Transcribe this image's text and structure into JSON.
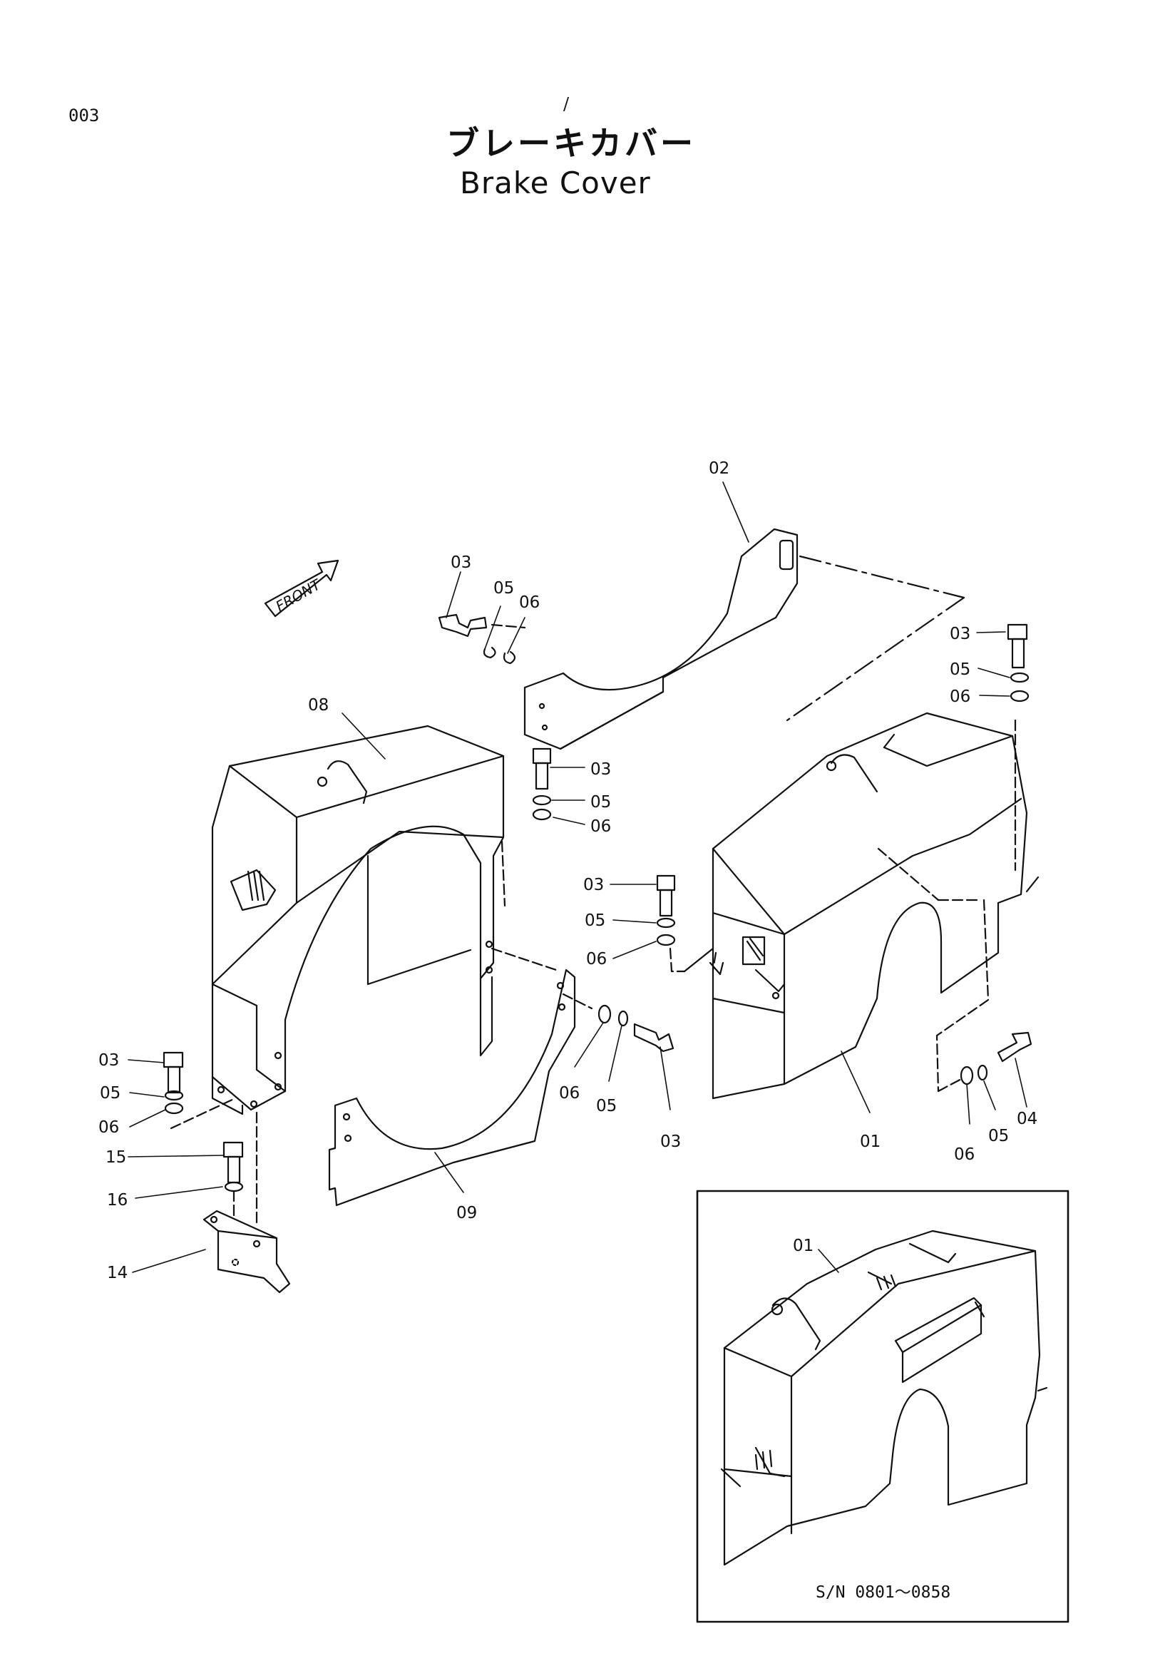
{
  "page": {
    "number": "003",
    "mark": "/"
  },
  "title": {
    "japanese": "ブレーキカバー",
    "english": "Brake Cover"
  },
  "front_arrow": {
    "label": "FRONT"
  },
  "callouts": {
    "c02": "02",
    "c03_top": "03",
    "c05_top": "05",
    "c06_top": "06",
    "c08": "08",
    "c03_mid": "03",
    "c05_mid": "05",
    "c06_mid": "06",
    "c03_right": "03",
    "c05_right": "05",
    "c06_right": "06",
    "c03_center": "03",
    "c05_center": "05",
    "c06_center": "06",
    "c03_left": "03",
    "c05_left": "05",
    "c06_left": "06",
    "c15": "15",
    "c16": "16",
    "c14": "14",
    "c09": "09",
    "c06_low": "06",
    "c05_low": "05",
    "c03_low": "03",
    "c01": "01",
    "c06_br": "06",
    "c05_br": "05",
    "c04_br": "04"
  },
  "inset": {
    "callout": "01",
    "serial": "S/N  0801～0858"
  },
  "colors": {
    "ink": "#111111",
    "paper": "#ffffff"
  }
}
